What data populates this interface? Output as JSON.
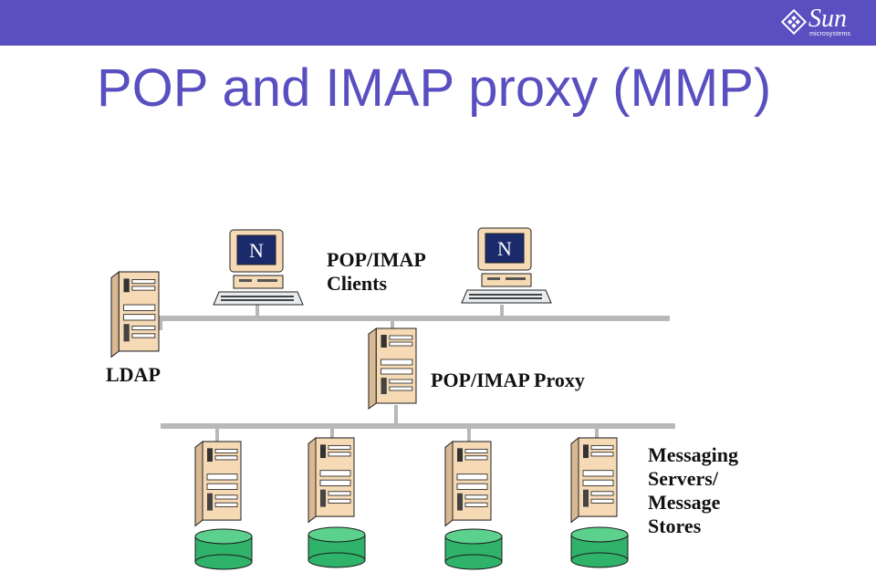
{
  "header": {
    "bar_color": "#5a4fc1",
    "logo": {
      "word": "Sun",
      "sub": "microsystems",
      "icon": "sun-logo-icon"
    }
  },
  "slide": {
    "title": "POP and IMAP proxy (MMP)",
    "title_color": "#5a4fc1"
  },
  "diagram": {
    "labels": {
      "clients": [
        "POP/IMAP",
        "Clients"
      ],
      "ldap": "LDAP",
      "proxy": "POP/IMAP Proxy",
      "stores": [
        "Messaging",
        "Servers/",
        "Message",
        "Stores"
      ]
    },
    "monitor_letter": "N",
    "colors": {
      "network": "#b8b8b8",
      "tower": "#f6d9b5",
      "disk": "#2fb36a",
      "screen": "#1b2a6b"
    }
  }
}
